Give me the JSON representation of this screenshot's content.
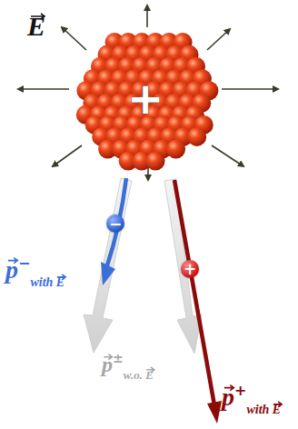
{
  "diagram": {
    "nodes": [
      {
        "text": [
          "+"
        ]
      },
      {
        "text": [
          "−"
        ]
      },
      {
        "text": [
          "+"
        ]
      }
    ],
    "labels": [
      "E",
      "p",
      "−",
      "with E",
      "p",
      "±",
      "w.o. E",
      "p",
      "+",
      "with E"
    ]
  }
}
